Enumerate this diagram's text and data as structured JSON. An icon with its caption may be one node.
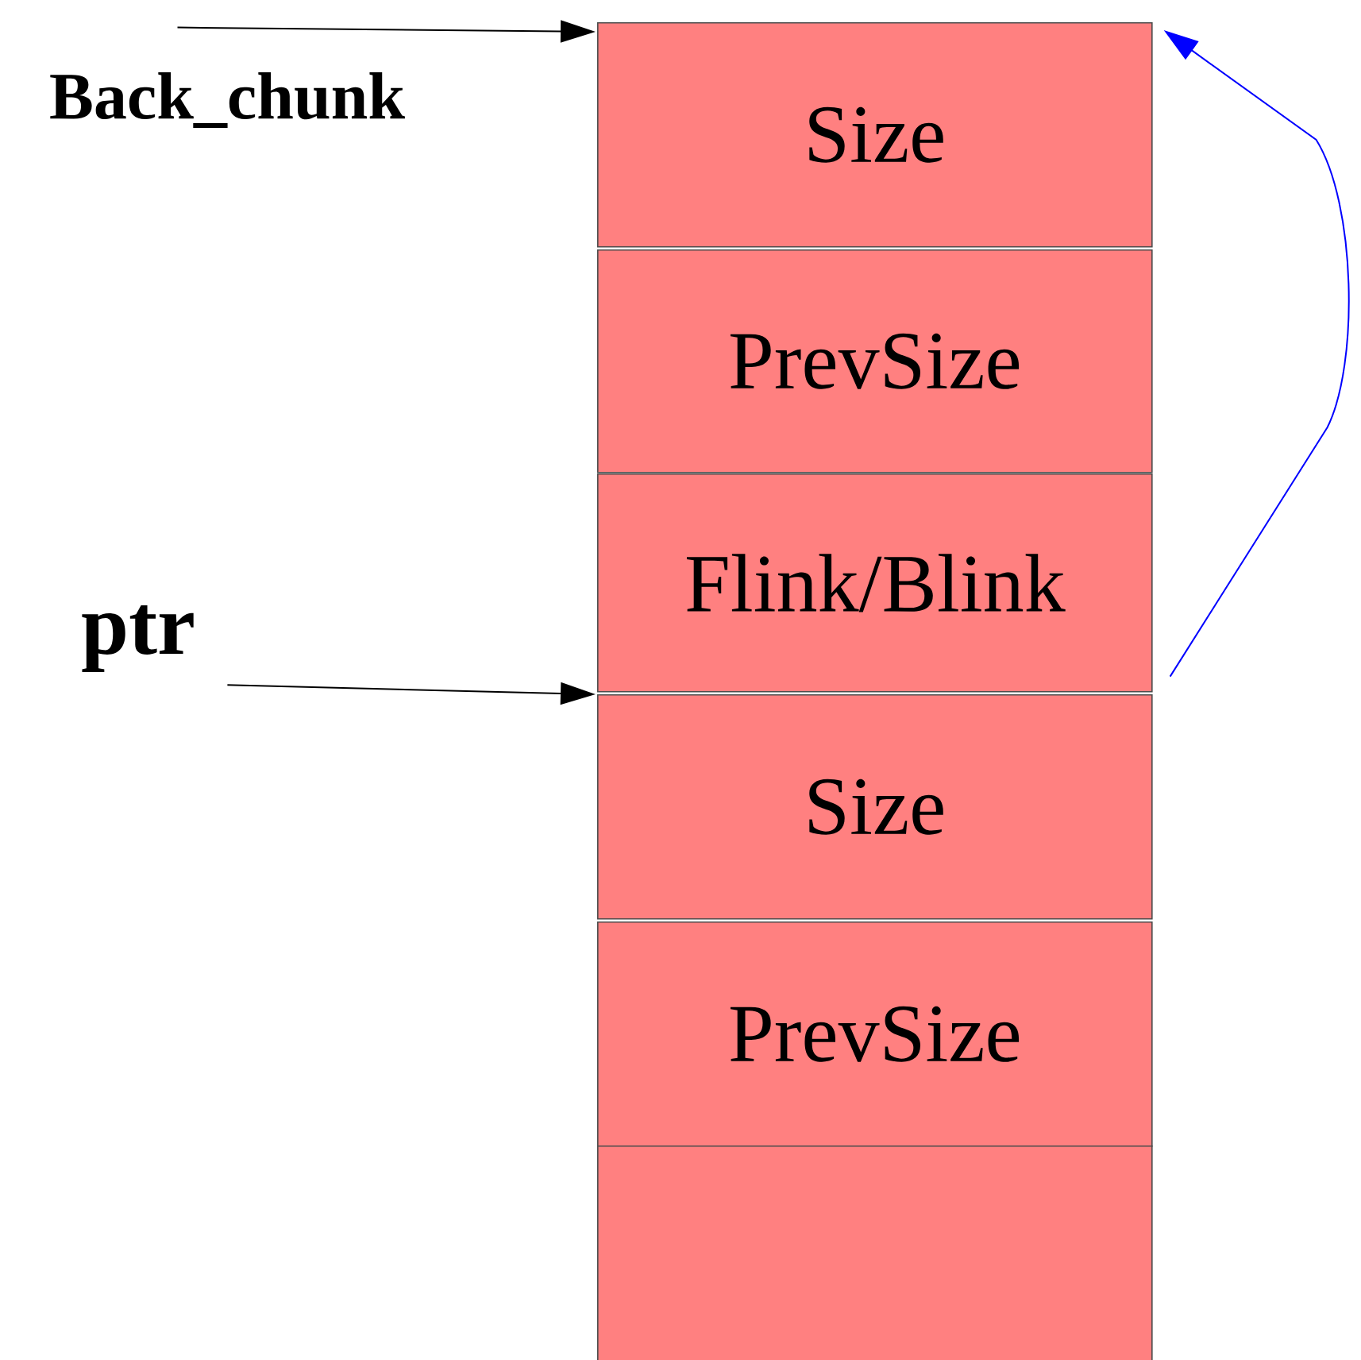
{
  "diagram": {
    "nodes": [
      {
        "text": [
          "Back_chunk"
        ]
      },
      {
        "text": [
          "ptr"
        ]
      },
      {
        "text": [
          "Size"
        ]
      },
      {
        "text": [
          "PrevSize"
        ]
      },
      {
        "text": [
          "Flink/Blink"
        ]
      },
      {
        "text": [
          "Size"
        ]
      },
      {
        "text": [
          "PrevSize"
        ]
      },
      {
        "text": [],
        "shape": "box"
      }
    ],
    "edges": [
      {
        "from": 0,
        "to": 2,
        "arrow": "to"
      },
      {
        "from": 1,
        "to": 5,
        "arrow": "to"
      },
      {
        "from": 4,
        "to": 2,
        "arrow": "to",
        "color": "#0000ff"
      }
    ]
  }
}
